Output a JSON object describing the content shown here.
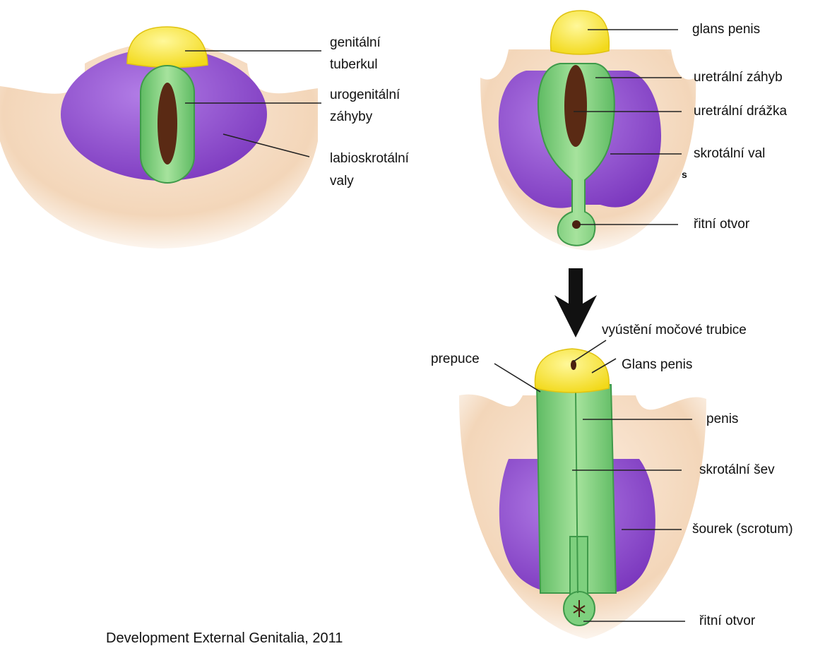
{
  "colors": {
    "skin": "#f3d6b9",
    "skin_edge": "#e6bb96",
    "glans": "#fbe64a",
    "glans_dark": "#d8b90f",
    "green": "#7ed07e",
    "green_dark": "#3f9a4a",
    "purple": "#8a46c9",
    "purple_light": "#b27de6",
    "groove": "#5a2a14",
    "line": "#222222"
  },
  "panel_early": {
    "labels": {
      "genital_tubercle_1": "genitální",
      "genital_tubercle_2": "tuberkul",
      "urogenital_folds_1": "urogenitální",
      "urogenital_folds_2": "záhyby",
      "labioscrotal_1": "labioskrotální",
      "labioscrotal_2": "valy"
    }
  },
  "panel_middle": {
    "labels": {
      "glans_penis": "glans penis",
      "urethral_fold": "uretrální záhyb",
      "urethral_groove": "uretrální drážka",
      "scrotal_swelling": "skrotální val",
      "anus": "řitní otvor"
    }
  },
  "panel_final": {
    "labels": {
      "urethral_opening": "vyústění močové trubice",
      "prepuce": "prepuce",
      "glans_penis": "Glans penis",
      "penis": "penis",
      "scrotal_raphe": "skrotální šev",
      "scrotum": "šourek (scrotum)",
      "anus": "řitní otvor"
    }
  },
  "caption": "Development External Genitalia, 2011"
}
